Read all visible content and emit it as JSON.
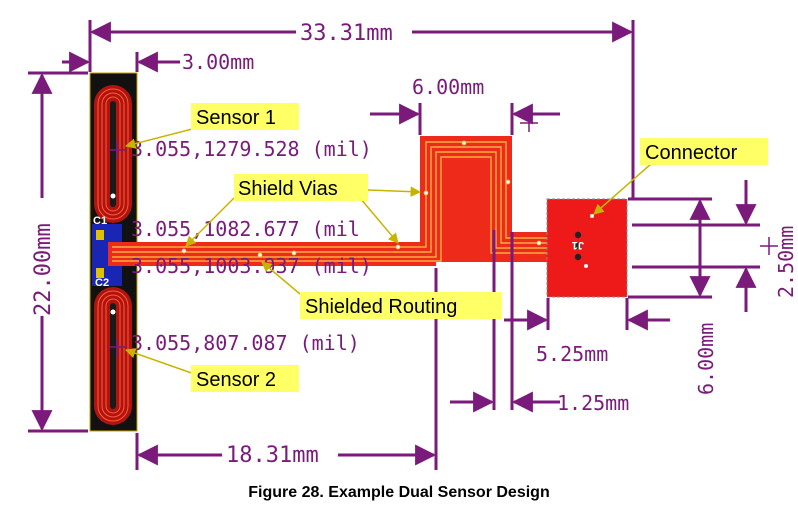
{
  "caption": "Figure 28. Example Dual Sensor Design",
  "dimensions": {
    "total_width": "33.31mm",
    "sensor_width": "3.00mm",
    "flex_width": "6.00mm",
    "sensor_height": "22.00mm",
    "connector_pad": "2.50mm",
    "connector_height": "6.00mm",
    "connector_depth": "5.25mm",
    "connector_offset": "1.25mm",
    "routing_length": "18.31mm"
  },
  "callouts": {
    "sensor1": "Sensor 1",
    "sensor2": "Sensor 2",
    "shield_vias": "Shield Vias",
    "shielded_routing": "Shielded Routing",
    "connector": "Connector"
  },
  "coordinates": {
    "sensor1": "3.055,1279.528 (mil)",
    "middle": "3.055,1082.677 (mil",
    "lower": "3.055,1003.937 (mil)",
    "sensor2": "3.055,807.087 (mil)"
  },
  "refs": {
    "c1": "C1",
    "c2": "C2",
    "j1": "J1"
  },
  "colors": {
    "dimension": "#7a1a7a",
    "board": "#111111",
    "copper": "#ee2a1a",
    "trace": "#f07a1a",
    "callout_bg": "#ffff66",
    "callout_line": "#c8b400"
  }
}
